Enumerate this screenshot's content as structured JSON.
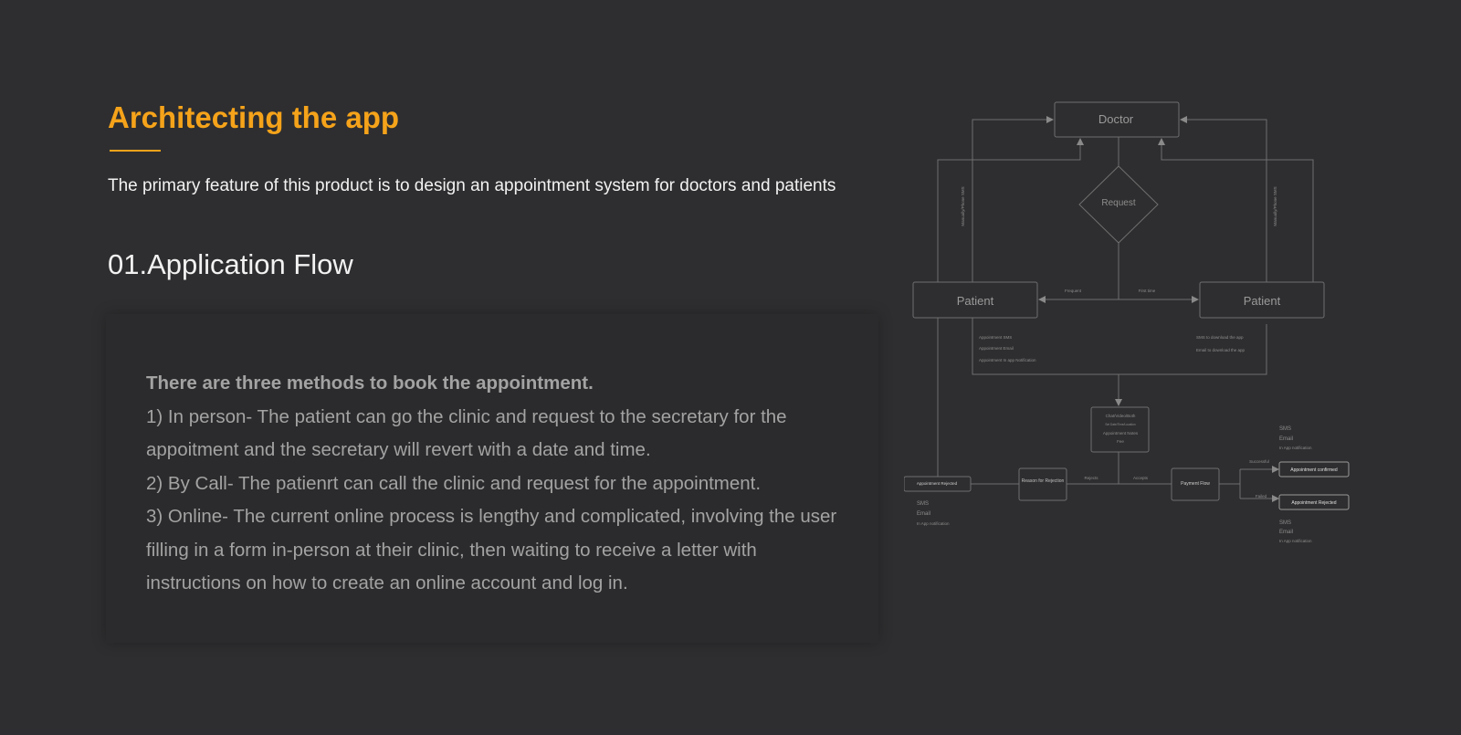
{
  "header": {
    "title": "Architecting the app",
    "subtitle": "The primary feature of this product is to design an appointment system for doctors and patients"
  },
  "section": {
    "title": "01.Application Flow"
  },
  "methods": {
    "heading": "There are three methods to book the appointment.",
    "items": [
      "1) In person- The patient can go the clinic and request  to the secretary for the appoitment and the secretary will revert with a date and time.",
      "2) By Call- The patienrt can call the clinic and request for the appointment.",
      "3) Online- The current online process is lengthy and complicated, involving the user filling in a form in-person at their clinic, then waiting to receive a letter with instructions on how to create an online account and log in."
    ]
  },
  "colors": {
    "background": "#2e2e30",
    "accent": "#f5a31a",
    "diagram_line": "#6f6f6f",
    "diagram_text": "#8e8e8e"
  },
  "diagram": {
    "doctor": "Doctor",
    "request": "Request",
    "patient_left": "Patient",
    "patient_right": "Patient",
    "side_label_left": "Manually/Phone SMS",
    "side_label_right": "Manually/Phone SMS",
    "arrow_label_left": "Frequent",
    "arrow_label_right": "First time",
    "notes_left": [
      "Appointment  SMS",
      "Appointment Email",
      "Appointment In app Notification"
    ],
    "notes_right": [
      "SMS to download the app",
      "Email to download the app"
    ],
    "center_box": [
      "Chat/Video/Both",
      "Set Date/Time/Location",
      "Appointment Notes",
      "Fee"
    ],
    "appointment_rejected_left": "Appointment Rejected",
    "reason_for_rejection": "Reason for Rejection",
    "rejects": "Rejects",
    "accepts": "Accepts",
    "payment_flow": "Payment Flow",
    "successful": "Successful",
    "failed": "Failed",
    "appointment_confirmed": "Appointment confirmed",
    "appointment_rejected_right": "Appointment Rejected",
    "notify_left": [
      "SMS",
      "Email",
      "In App notification"
    ],
    "notify_top_right": [
      "SMS",
      "Email",
      "In App notification"
    ],
    "notify_bottom_right": [
      "SMS",
      "Email",
      "In App notification"
    ]
  }
}
